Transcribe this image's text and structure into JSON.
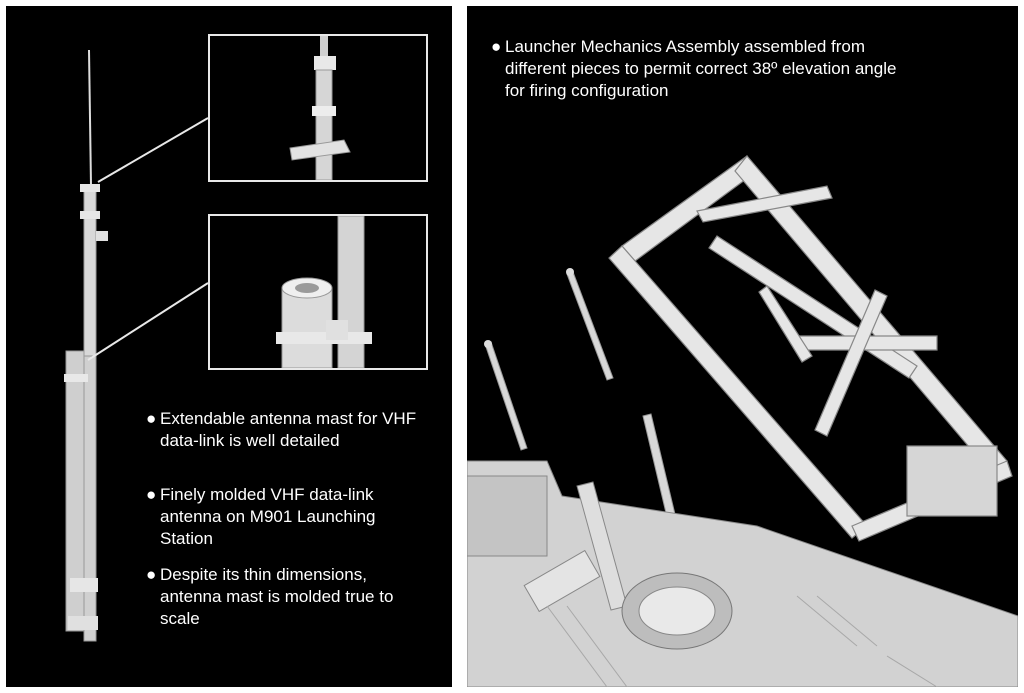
{
  "left_panel": {
    "captions": [
      {
        "bullet": "●",
        "text": "Extendable antenna mast for VHF data-link is well detailed"
      },
      {
        "bullet": "●",
        "text": "Finely molded VHF data-link antenna on M901 Launching Station"
      },
      {
        "bullet": "●",
        "text": "Despite its thin dimensions, antenna mast is molded true to scale"
      }
    ]
  },
  "right_panel": {
    "captions": [
      {
        "bullet": "●",
        "text": "Launcher Mechanics Assembly assembled from different pieces to permit correct 38º elevation angle for firing configuration"
      }
    ]
  }
}
